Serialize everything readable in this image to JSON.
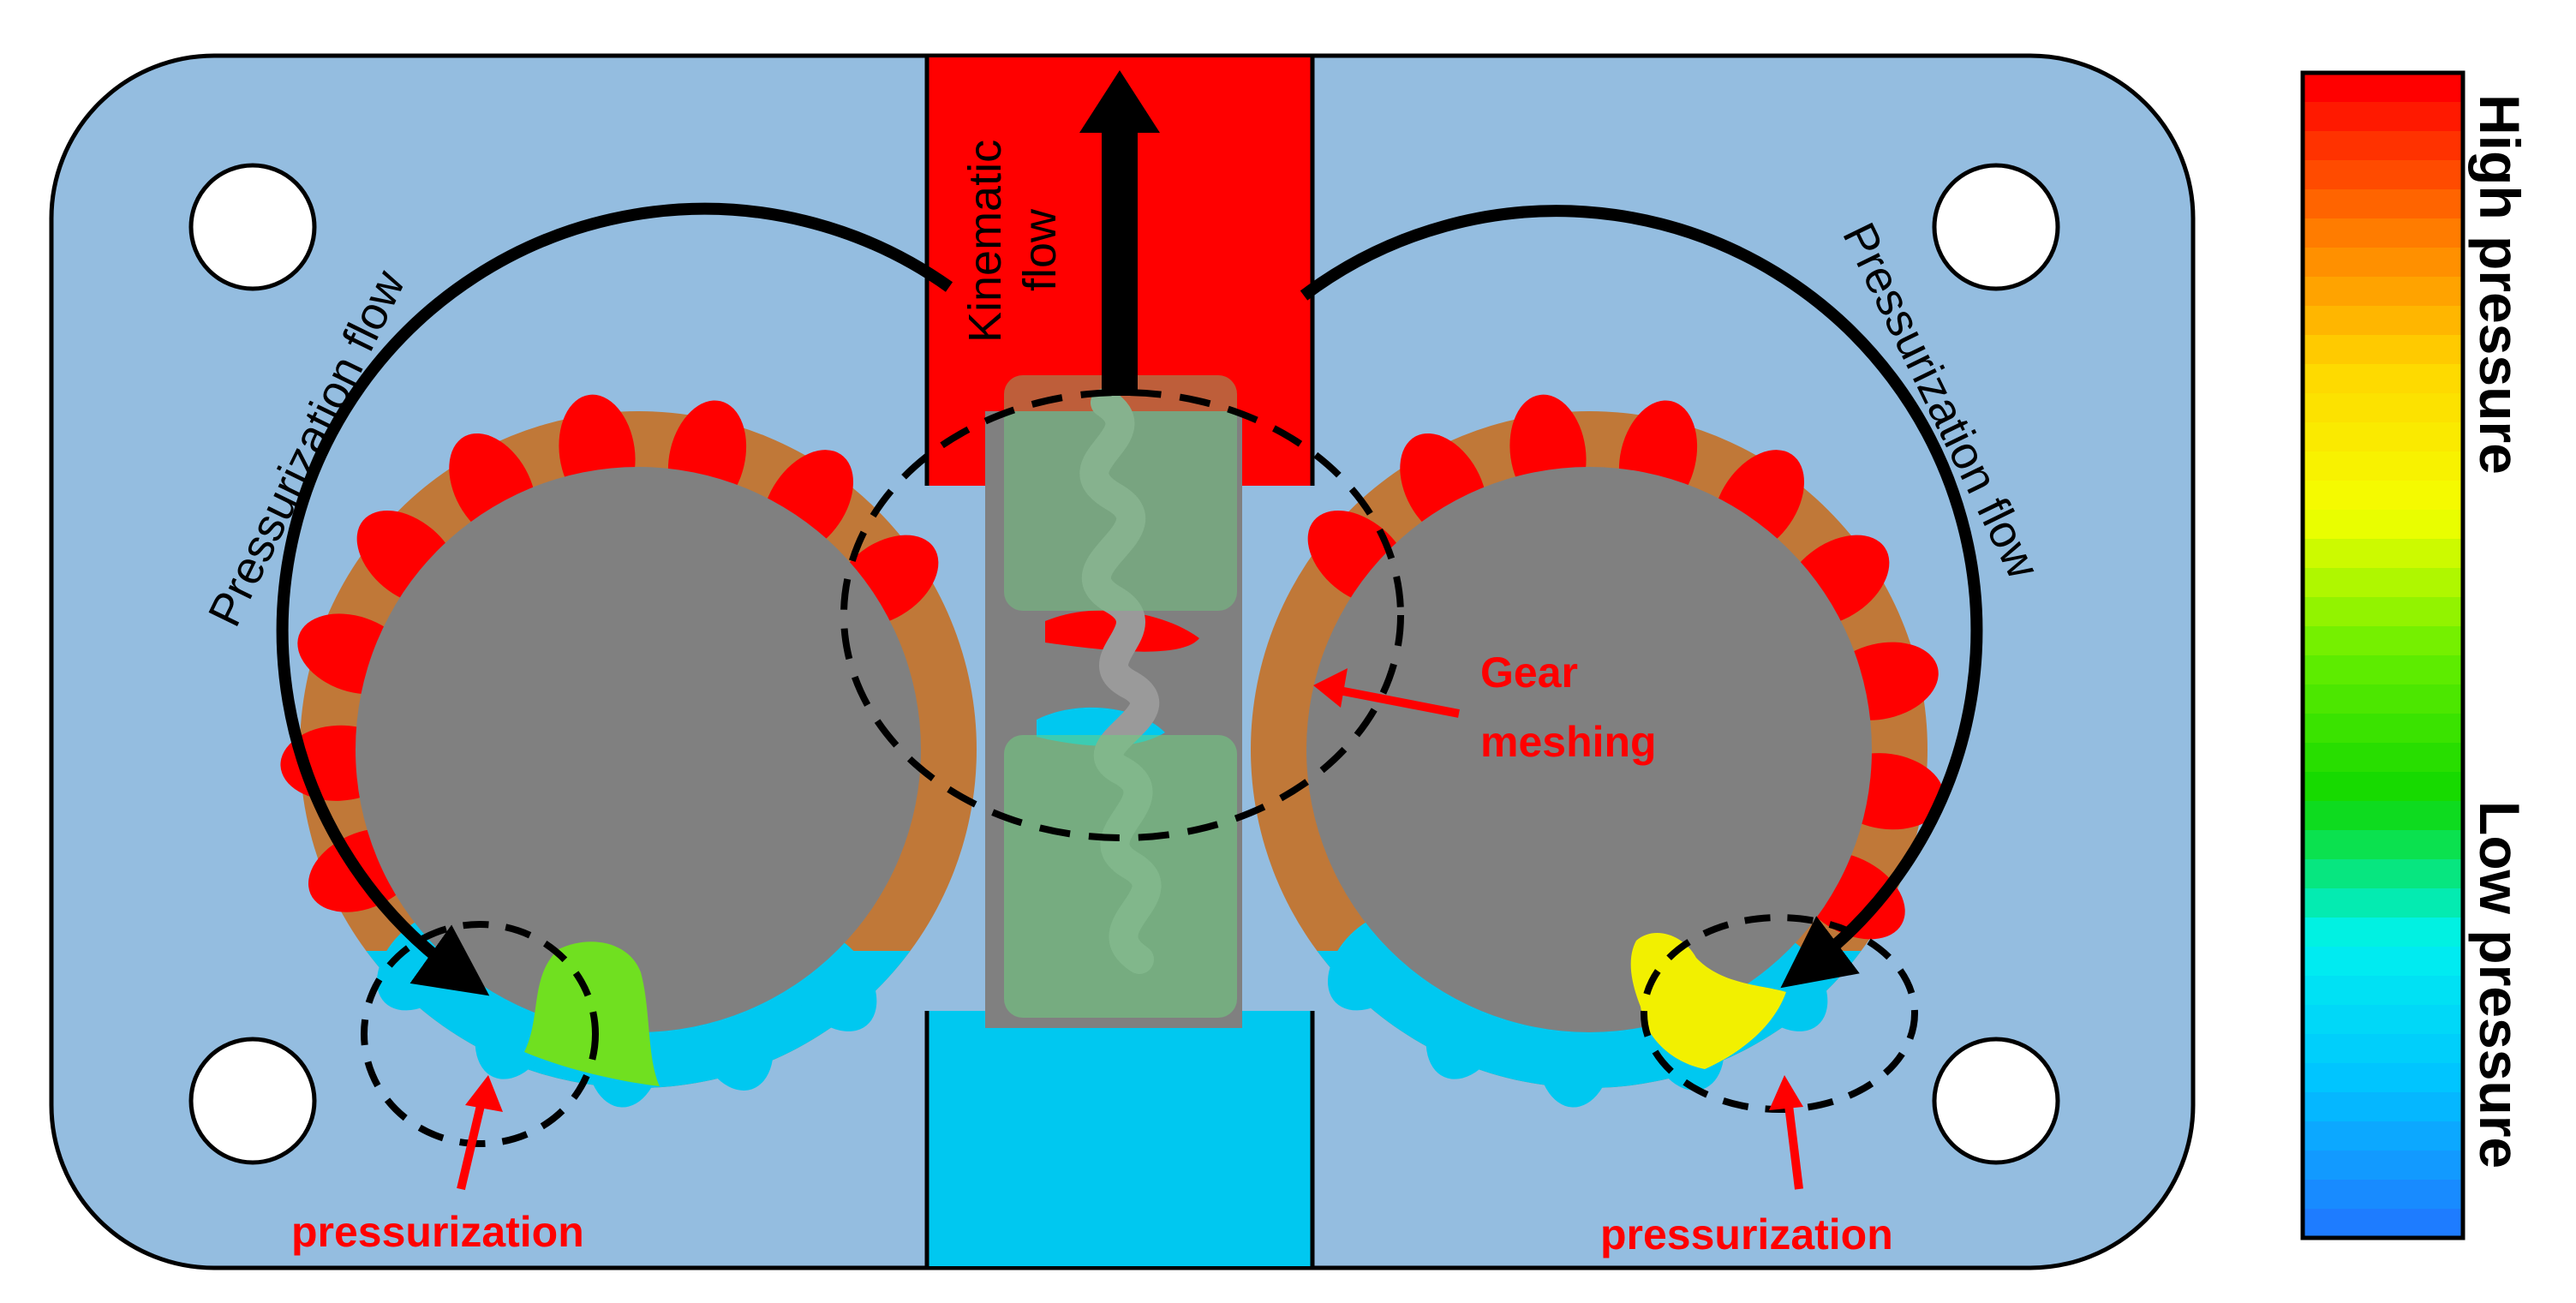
{
  "labels": {
    "pressurization_flow_left": "Pressurization flow",
    "pressurization_flow_right": "Pressurization flow",
    "kinematic_line1": "Kinematic",
    "kinematic_line2": "flow",
    "gear_line1": "Gear",
    "gear_line2": "meshing",
    "pressurization_left": "pressurization",
    "pressurization_right": "pressurization"
  },
  "legend": {
    "high": "High pressure",
    "low": "Low pressure",
    "stops": [
      "#ff0000",
      "#ff7a00",
      "#ffd800",
      "#f4ff00",
      "#66ee00",
      "#10d800",
      "#00f2ee",
      "#00c4ff",
      "#1e7cff"
    ]
  },
  "colors": {
    "housing": "#94bde0",
    "high_pressure": "#ff0000",
    "low_pressure": "#00c8f0",
    "gear_body": "#808080",
    "orange_film": "#c07838",
    "green_overlay": "#6ed080",
    "mid_pressure_green": "#70e020",
    "mid_pressure_yellow": "#f2f000",
    "annotation_red": "#ff0000"
  }
}
